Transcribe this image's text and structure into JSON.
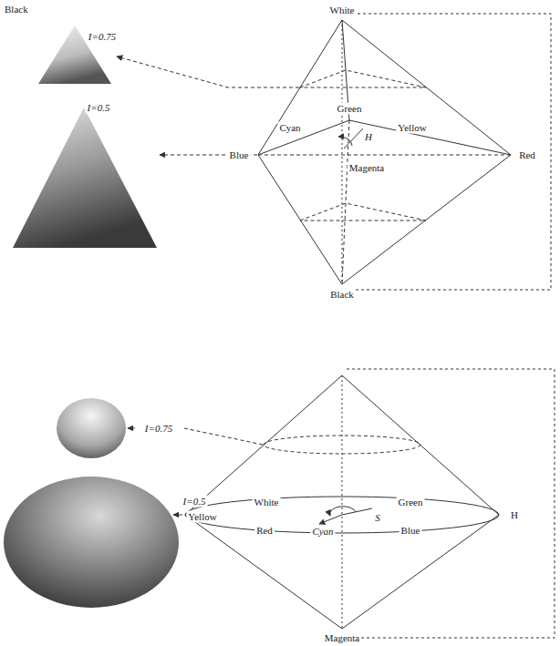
{
  "diagram": {
    "labels": [
      "I=0.75",
      "I=0.5",
      "White",
      "Green",
      "Cyan",
      "Yellow",
      "H",
      "Blue",
      "Red",
      "Magenta",
      "Black",
      "I=0.75",
      "I=0.5",
      "White",
      "Green",
      "Yellow",
      "Cyan",
      "S",
      "H",
      "Red",
      "Blue",
      "Magenta",
      "Black"
    ]
  }
}
